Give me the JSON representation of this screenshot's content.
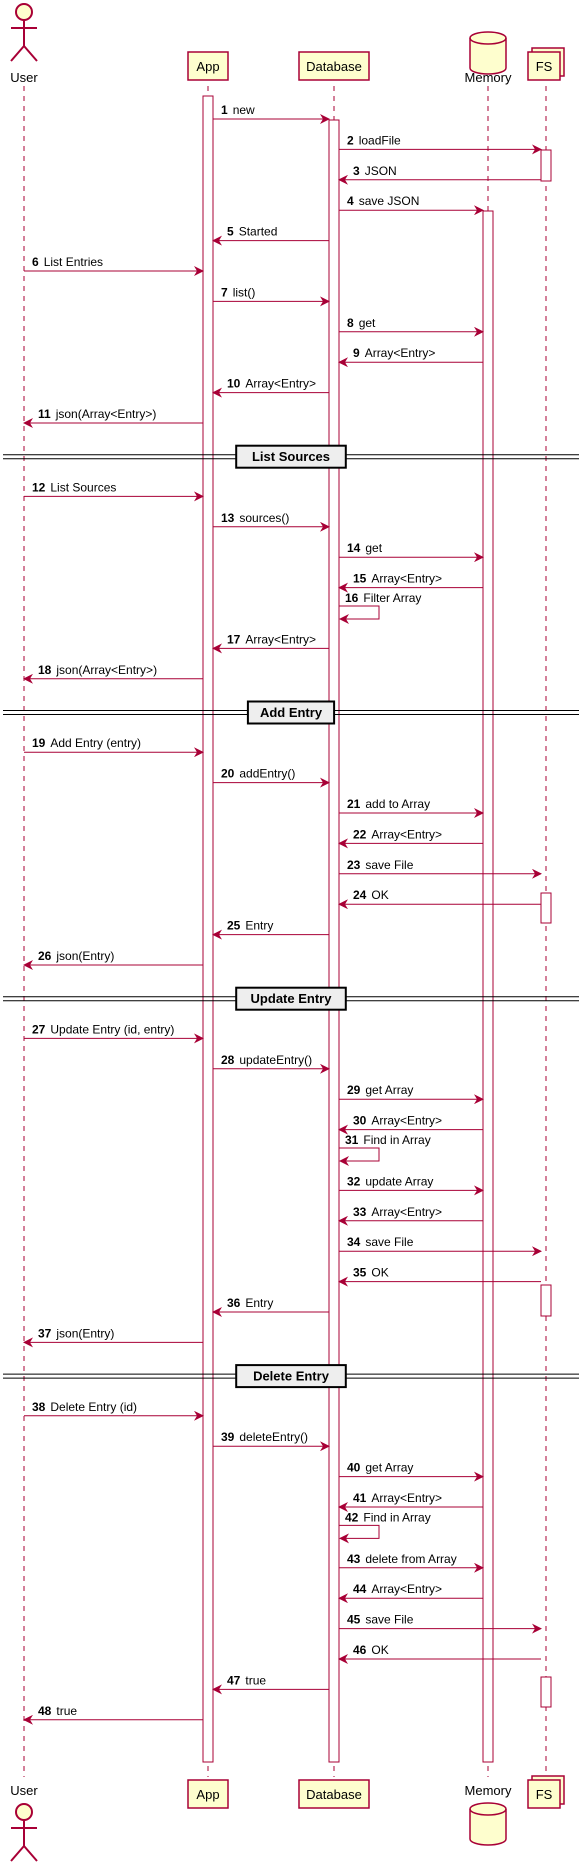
{
  "diagram": {
    "type": "sequence",
    "participants": [
      {
        "id": "user",
        "label": "User",
        "kind": "actor"
      },
      {
        "id": "app",
        "label": "App",
        "kind": "participant"
      },
      {
        "id": "db",
        "label": "Database",
        "kind": "participant"
      },
      {
        "id": "mem",
        "label": "Memory",
        "kind": "database"
      },
      {
        "id": "fs",
        "label": "FS",
        "kind": "collections"
      }
    ],
    "steps": [
      {
        "t": "msg",
        "n": "1",
        "from": "app",
        "to": "db",
        "text": "new"
      },
      {
        "t": "msg",
        "n": "2",
        "from": "db",
        "to": "fs",
        "text": "loadFile"
      },
      {
        "t": "msg",
        "n": "3",
        "from": "fs",
        "to": "db",
        "text": "JSON"
      },
      {
        "t": "msg",
        "n": "4",
        "from": "db",
        "to": "mem",
        "text": "save JSON"
      },
      {
        "t": "msg",
        "n": "5",
        "from": "db",
        "to": "app",
        "text": "Started"
      },
      {
        "t": "msg",
        "n": "6",
        "from": "user",
        "to": "app",
        "text": "List Entries"
      },
      {
        "t": "msg",
        "n": "7",
        "from": "app",
        "to": "db",
        "text": "list()"
      },
      {
        "t": "msg",
        "n": "8",
        "from": "db",
        "to": "mem",
        "text": "get"
      },
      {
        "t": "msg",
        "n": "9",
        "from": "mem",
        "to": "db",
        "text": "Array<Entry>"
      },
      {
        "t": "msg",
        "n": "10",
        "from": "db",
        "to": "app",
        "text": "Array<Entry>"
      },
      {
        "t": "msg",
        "n": "11",
        "from": "app",
        "to": "user",
        "text": "json(Array<Entry>)"
      },
      {
        "t": "div",
        "text": "List Sources"
      },
      {
        "t": "msg",
        "n": "12",
        "from": "user",
        "to": "app",
        "text": "List Sources"
      },
      {
        "t": "msg",
        "n": "13",
        "from": "app",
        "to": "db",
        "text": "sources()"
      },
      {
        "t": "msg",
        "n": "14",
        "from": "db",
        "to": "mem",
        "text": "get"
      },
      {
        "t": "msg",
        "n": "15",
        "from": "mem",
        "to": "db",
        "text": "Array<Entry>"
      },
      {
        "t": "msg",
        "n": "16",
        "from": "db",
        "to": "db",
        "text": "Filter Array"
      },
      {
        "t": "msg",
        "n": "17",
        "from": "db",
        "to": "app",
        "text": "Array<Entry>"
      },
      {
        "t": "msg",
        "n": "18",
        "from": "app",
        "to": "user",
        "text": "json(Array<Entry>)"
      },
      {
        "t": "div",
        "text": "Add Entry"
      },
      {
        "t": "msg",
        "n": "19",
        "from": "user",
        "to": "app",
        "text": "Add Entry (entry)"
      },
      {
        "t": "msg",
        "n": "20",
        "from": "app",
        "to": "db",
        "text": "addEntry()"
      },
      {
        "t": "msg",
        "n": "21",
        "from": "db",
        "to": "mem",
        "text": "add to Array"
      },
      {
        "t": "msg",
        "n": "22",
        "from": "mem",
        "to": "db",
        "text": "Array<Entry>"
      },
      {
        "t": "msg",
        "n": "23",
        "from": "db",
        "to": "fs",
        "text": "save File"
      },
      {
        "t": "msg",
        "n": "24",
        "from": "fs",
        "to": "db",
        "text": "OK"
      },
      {
        "t": "msg",
        "n": "25",
        "from": "db",
        "to": "app",
        "text": "Entry"
      },
      {
        "t": "msg",
        "n": "26",
        "from": "app",
        "to": "user",
        "text": "json(Entry)"
      },
      {
        "t": "div",
        "text": "Update Entry"
      },
      {
        "t": "msg",
        "n": "27",
        "from": "user",
        "to": "app",
        "text": "Update Entry (id, entry)"
      },
      {
        "t": "msg",
        "n": "28",
        "from": "app",
        "to": "db",
        "text": "updateEntry()"
      },
      {
        "t": "msg",
        "n": "29",
        "from": "db",
        "to": "mem",
        "text": "get Array"
      },
      {
        "t": "msg",
        "n": "30",
        "from": "mem",
        "to": "db",
        "text": "Array<Entry>"
      },
      {
        "t": "msg",
        "n": "31",
        "from": "db",
        "to": "db",
        "text": "Find in Array"
      },
      {
        "t": "msg",
        "n": "32",
        "from": "db",
        "to": "mem",
        "text": "update Array"
      },
      {
        "t": "msg",
        "n": "33",
        "from": "mem",
        "to": "db",
        "text": "Array<Entry>"
      },
      {
        "t": "msg",
        "n": "34",
        "from": "db",
        "to": "fs",
        "text": "save File"
      },
      {
        "t": "msg",
        "n": "35",
        "from": "fs",
        "to": "db",
        "text": "OK"
      },
      {
        "t": "msg",
        "n": "36",
        "from": "db",
        "to": "app",
        "text": "Entry"
      },
      {
        "t": "msg",
        "n": "37",
        "from": "app",
        "to": "user",
        "text": "json(Entry)"
      },
      {
        "t": "div",
        "text": "Delete Entry"
      },
      {
        "t": "msg",
        "n": "38",
        "from": "user",
        "to": "app",
        "text": "Delete Entry (id)"
      },
      {
        "t": "msg",
        "n": "39",
        "from": "app",
        "to": "db",
        "text": "deleteEntry()"
      },
      {
        "t": "msg",
        "n": "40",
        "from": "db",
        "to": "mem",
        "text": "get Array"
      },
      {
        "t": "msg",
        "n": "41",
        "from": "mem",
        "to": "db",
        "text": "Array<Entry>"
      },
      {
        "t": "msg",
        "n": "42",
        "from": "db",
        "to": "db",
        "text": "Find in Array"
      },
      {
        "t": "msg",
        "n": "43",
        "from": "db",
        "to": "mem",
        "text": "delete from Array"
      },
      {
        "t": "msg",
        "n": "44",
        "from": "mem",
        "to": "db",
        "text": "Array<Entry>"
      },
      {
        "t": "msg",
        "n": "45",
        "from": "db",
        "to": "fs",
        "text": "save File"
      },
      {
        "t": "msg",
        "n": "46",
        "from": "fs",
        "to": "db",
        "text": "OK"
      },
      {
        "t": "msg",
        "n": "47",
        "from": "db",
        "to": "app",
        "text": "true"
      },
      {
        "t": "msg",
        "n": "48",
        "from": "app",
        "to": "user",
        "text": "true"
      }
    ],
    "colors": {
      "arrow": "#a80036",
      "box_fill": "#fefece",
      "box_border": "#a80036",
      "lifeline": "#a80036",
      "divider": "#000000",
      "divider_label_fill": "#eeeeee",
      "activation_fill": "#ffffff"
    }
  }
}
